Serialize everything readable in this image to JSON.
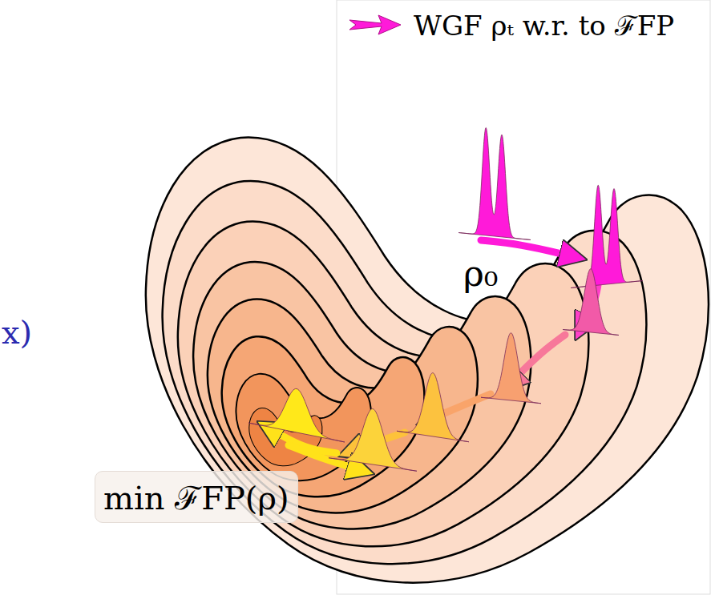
{
  "diagram": {
    "nodes": [
      {
        "text": [
          "min ℱFP(ρ)"
        ]
      }
    ],
    "labels": [
      "ρ₀",
      "x)"
    ],
    "legend": [
      {
        "text": "WGF ρₜ w.r. to ℱFP"
      }
    ]
  }
}
